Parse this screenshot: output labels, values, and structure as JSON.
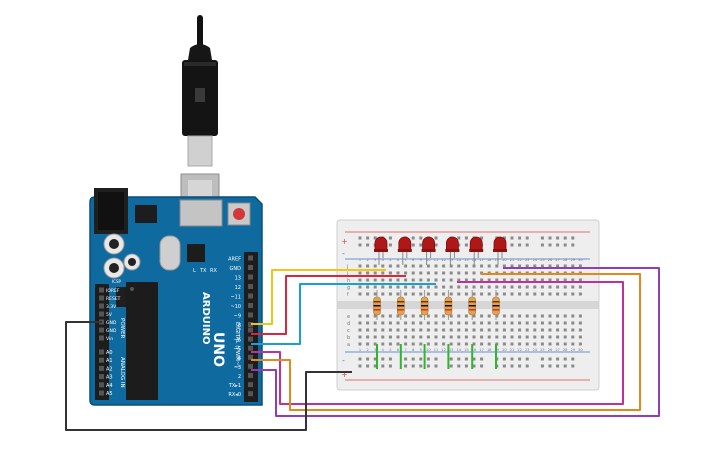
{
  "arduino": {
    "brand": "ARDUINO",
    "model": "UNO",
    "digital_label": "DIGITAL (PWM~)",
    "tx_label": "TX",
    "rx_label": "RX",
    "top_labels": [
      "AREF",
      "GND",
      "13",
      "12",
      "~11",
      "~10",
      "~9",
      "8"
    ],
    "lower_labels": [
      "7",
      "~6",
      "~5",
      "4",
      "~3",
      "2",
      "TX▸1",
      "RX◂0"
    ],
    "power_header_label": "POWER",
    "power_pins": [
      "IOREF",
      "RESET",
      "3.3V",
      "5V",
      "GND",
      "GND",
      "Vin"
    ],
    "analog_header_label": "ANALOG IN",
    "analog_pins": [
      "A0",
      "A1",
      "A2",
      "A3",
      "A4",
      "A5"
    ],
    "l_led_label": "L",
    "tx_led_label": "TX",
    "rx_led_label": "RX",
    "icsp_label": "ICSP"
  },
  "breadboard": {
    "column_numbers": [
      "1",
      "2",
      "3",
      "4",
      "5",
      "6",
      "7",
      "8",
      "9",
      "10",
      "11",
      "12",
      "13",
      "14",
      "15",
      "16",
      "17",
      "18",
      "19",
      "20",
      "21",
      "22",
      "23",
      "24",
      "25",
      "26",
      "27",
      "28",
      "29",
      "30"
    ],
    "row_letters_top": [
      "j",
      "i",
      "h",
      "g",
      "f"
    ],
    "row_letters_bottom": [
      "e",
      "d",
      "c",
      "b",
      "a"
    ],
    "rail_plus": "+",
    "rail_minus": "-"
  },
  "components": {
    "led_count": 6,
    "resistor_count": 6,
    "led_color": "#b01818",
    "resistor_color": "#e3a24d"
  },
  "wire_colors": {
    "yellow": "#f0c419",
    "red": "#d7263d",
    "blue": "#1a9fd4",
    "magenta": "#c0309a",
    "orange": "#e08a1e",
    "purple": "#8e3fb4",
    "black": "#333333",
    "green": "#2fb52f"
  }
}
